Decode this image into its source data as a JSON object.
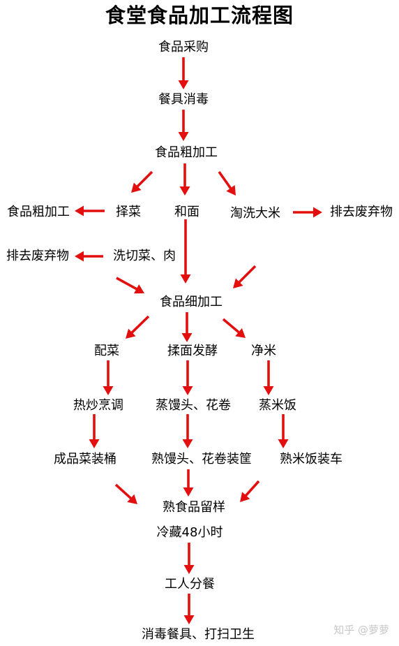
{
  "title": "食堂食品加工流程图",
  "nodes": {
    "purchase": "食品采购",
    "disinfect_tableware": "餐具消毒",
    "rough_processing": "食品粗加工",
    "rough_processing_2": "食品粗加工",
    "pick_vegetables": "择菜",
    "knead_flour": "和面",
    "wash_rice": "淘洗大米",
    "discard_waste_right": "排去废弃物",
    "discard_waste_left": "排去废弃物",
    "wash_cut": "洗切菜、肉",
    "fine_processing": "食品细加工",
    "prepare_dishes": "配菜",
    "knead_ferment": "揉面发酵",
    "clean_rice": "净米",
    "stir_fry": "热炒烹调",
    "steam_buns": "蒸馒头、花卷",
    "steam_rice": "蒸米饭",
    "dish_buckets": "成品菜装桶",
    "buns_in_baskets": "熟馒头、花卷装筐",
    "rice_on_cart": "熟米饭装车",
    "sample_retention": "熟食品留样",
    "refrigerate": "冷藏48小时",
    "serve_meals": "工人分餐",
    "cleanup": "消毒餐具、打扫卫生"
  },
  "watermark": "知乎 @萝萝",
  "colors": {
    "arrow": "#e30f0f",
    "text": "#000000",
    "watermark": "#c7c7c7"
  }
}
